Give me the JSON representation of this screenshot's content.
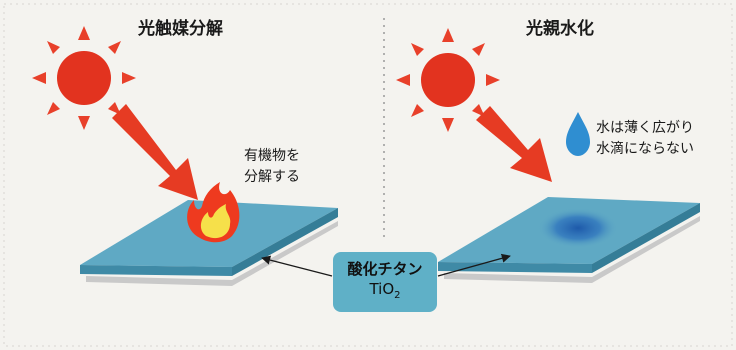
{
  "left_panel": {
    "title": "光触媒分解",
    "note": "有機物を\n分解する"
  },
  "right_panel": {
    "title": "光親水化",
    "note": "水は薄く広がり\n水滴にならない"
  },
  "material": {
    "name": "酸化チタン",
    "formula_base": "TiO",
    "formula_subscript": "2"
  },
  "colors": {
    "sun": "#e8402a",
    "sun_core": "#e2331f",
    "arrow": "#e63b23",
    "plate_top": "#5fa9c4",
    "plate_side": "#3f8aa6",
    "flame_outer": "#ee3a1f",
    "flame_inner": "#f6e04a",
    "water_drop": "#2f8ed1",
    "water_spot": "#1e5fb0",
    "label_box": "#5fb0c7",
    "background": "#f4f3ef"
  }
}
